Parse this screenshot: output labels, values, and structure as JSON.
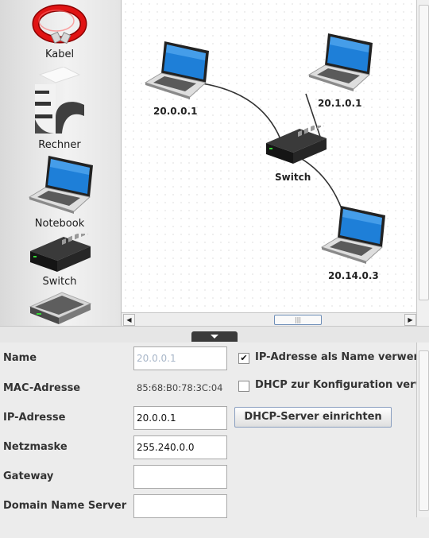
{
  "palette": {
    "items": [
      {
        "label": "Kabel",
        "icon": "cable-icon"
      },
      {
        "label": "Rechner",
        "icon": "computer-icon"
      },
      {
        "label": "Notebook",
        "icon": "notebook-icon"
      },
      {
        "label": "Switch",
        "icon": "switch-icon"
      },
      {
        "label": "",
        "icon": "router-icon"
      }
    ]
  },
  "canvas": {
    "nodes": [
      {
        "label": "20.0.0.1",
        "type": "notebook"
      },
      {
        "label": "20.1.0.1",
        "type": "notebook"
      },
      {
        "label": "Switch",
        "type": "switch"
      },
      {
        "label": "20.14.0.3",
        "type": "notebook"
      }
    ]
  },
  "properties": {
    "name_label": "Name",
    "name_value": "20.0.0.1",
    "mac_label": "MAC-Adresse",
    "mac_value": "85:68:B0:78:3C:04",
    "ip_label": "IP-Adresse",
    "ip_value": "20.0.0.1",
    "mask_label": "Netzmaske",
    "mask_value": "255.240.0.0",
    "gateway_label": "Gateway",
    "gateway_value": "",
    "dns_label": "Domain Name Server",
    "dns_value": "",
    "ip_as_name_label": "IP-Adresse als Name verwenden",
    "ip_as_name_checked": true,
    "dhcp_config_label": "DHCP zur Konfiguration verwenden",
    "dhcp_config_checked": false,
    "dhcp_server_button": "DHCP-Server einrichten"
  },
  "colors": {
    "accent": "#8a9fc0",
    "screen_blue": "#1e7fd8",
    "disabled_text": "#a8b6c8"
  }
}
